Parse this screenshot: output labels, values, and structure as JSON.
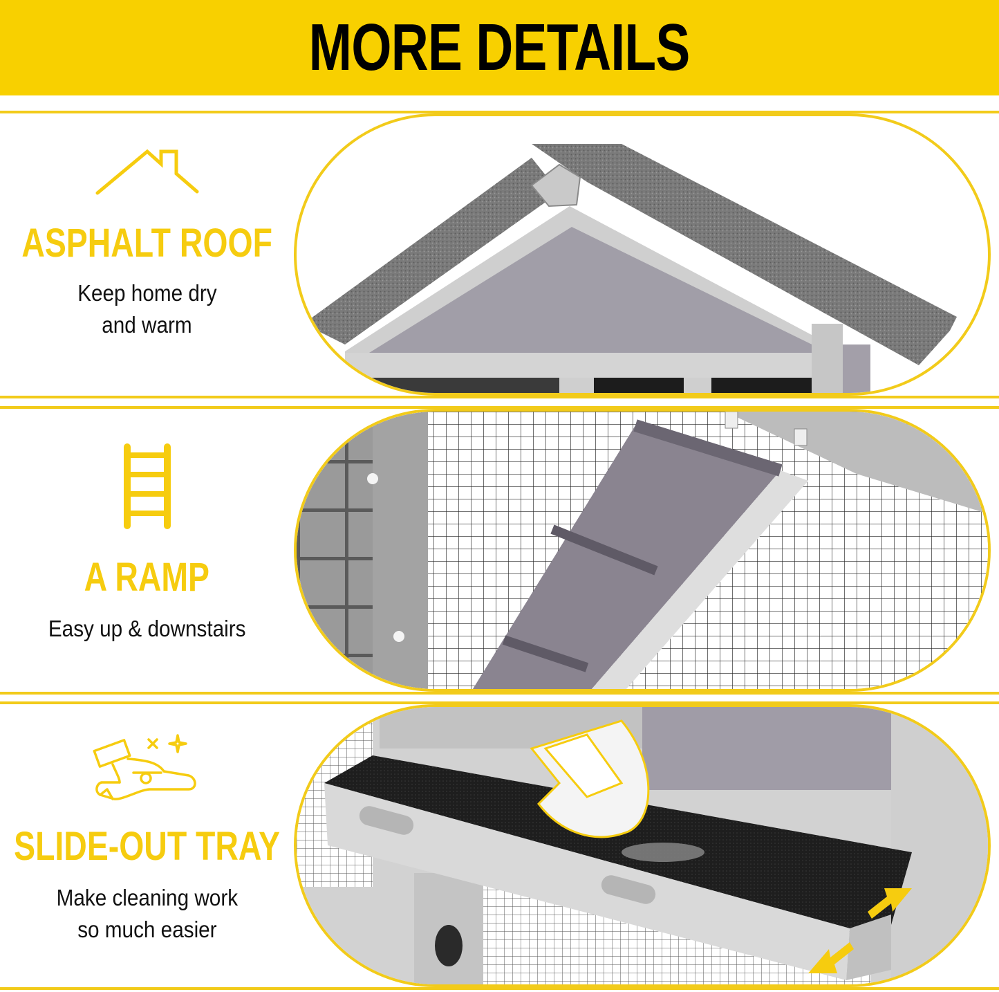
{
  "header": {
    "title": "MORE DETAILS"
  },
  "colors": {
    "accent_yellow": "#f8d000",
    "title_yellow": "#f6cc0f",
    "text": "#111111",
    "background": "#ffffff"
  },
  "features": [
    {
      "icon": "house-roof-icon",
      "title": "ASPHALT ROOF",
      "desc_line1": "Keep home dry",
      "desc_line2": "and warm",
      "photo": "asphalt-roof-photo"
    },
    {
      "icon": "ladder-icon",
      "title": "A RAMP",
      "desc_line1": "Easy up & downstairs",
      "photo": "ramp-photo"
    },
    {
      "icon": "hand-wiping-icon",
      "title": "SLIDE-OUT TRAY",
      "desc_line1": "Make cleaning work",
      "desc_line2": "so much easier",
      "photo": "slide-out-tray-photo"
    }
  ]
}
